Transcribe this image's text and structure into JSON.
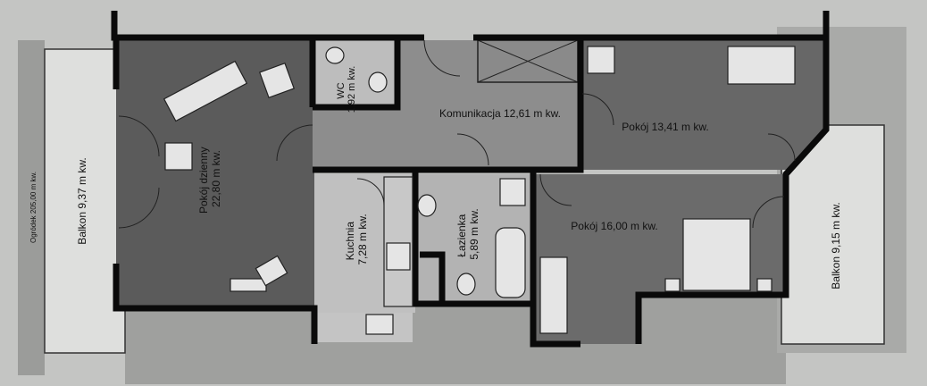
{
  "plan": {
    "garden": "Ogródek 205,00 m kw.",
    "balcony_left": "Balkon 9,37 m kw.",
    "living_room": {
      "name": "Pokój dzienny",
      "area": "22,80 m kw."
    },
    "wc": {
      "name": "WC",
      "area": "1,92 m kw."
    },
    "hallway": "Komunikacja 12,61 m kw.",
    "room_a": "Pokój 13,41 m kw.",
    "kitchen": {
      "name": "Kuchnia",
      "area": "7,28 m kw."
    },
    "bathroom": {
      "name": "Łazienka",
      "area": "5,89 m kw."
    },
    "room_b": "Pokój 16,00 m kw.",
    "balcony_right": "Balkon 9,15 m kw."
  }
}
